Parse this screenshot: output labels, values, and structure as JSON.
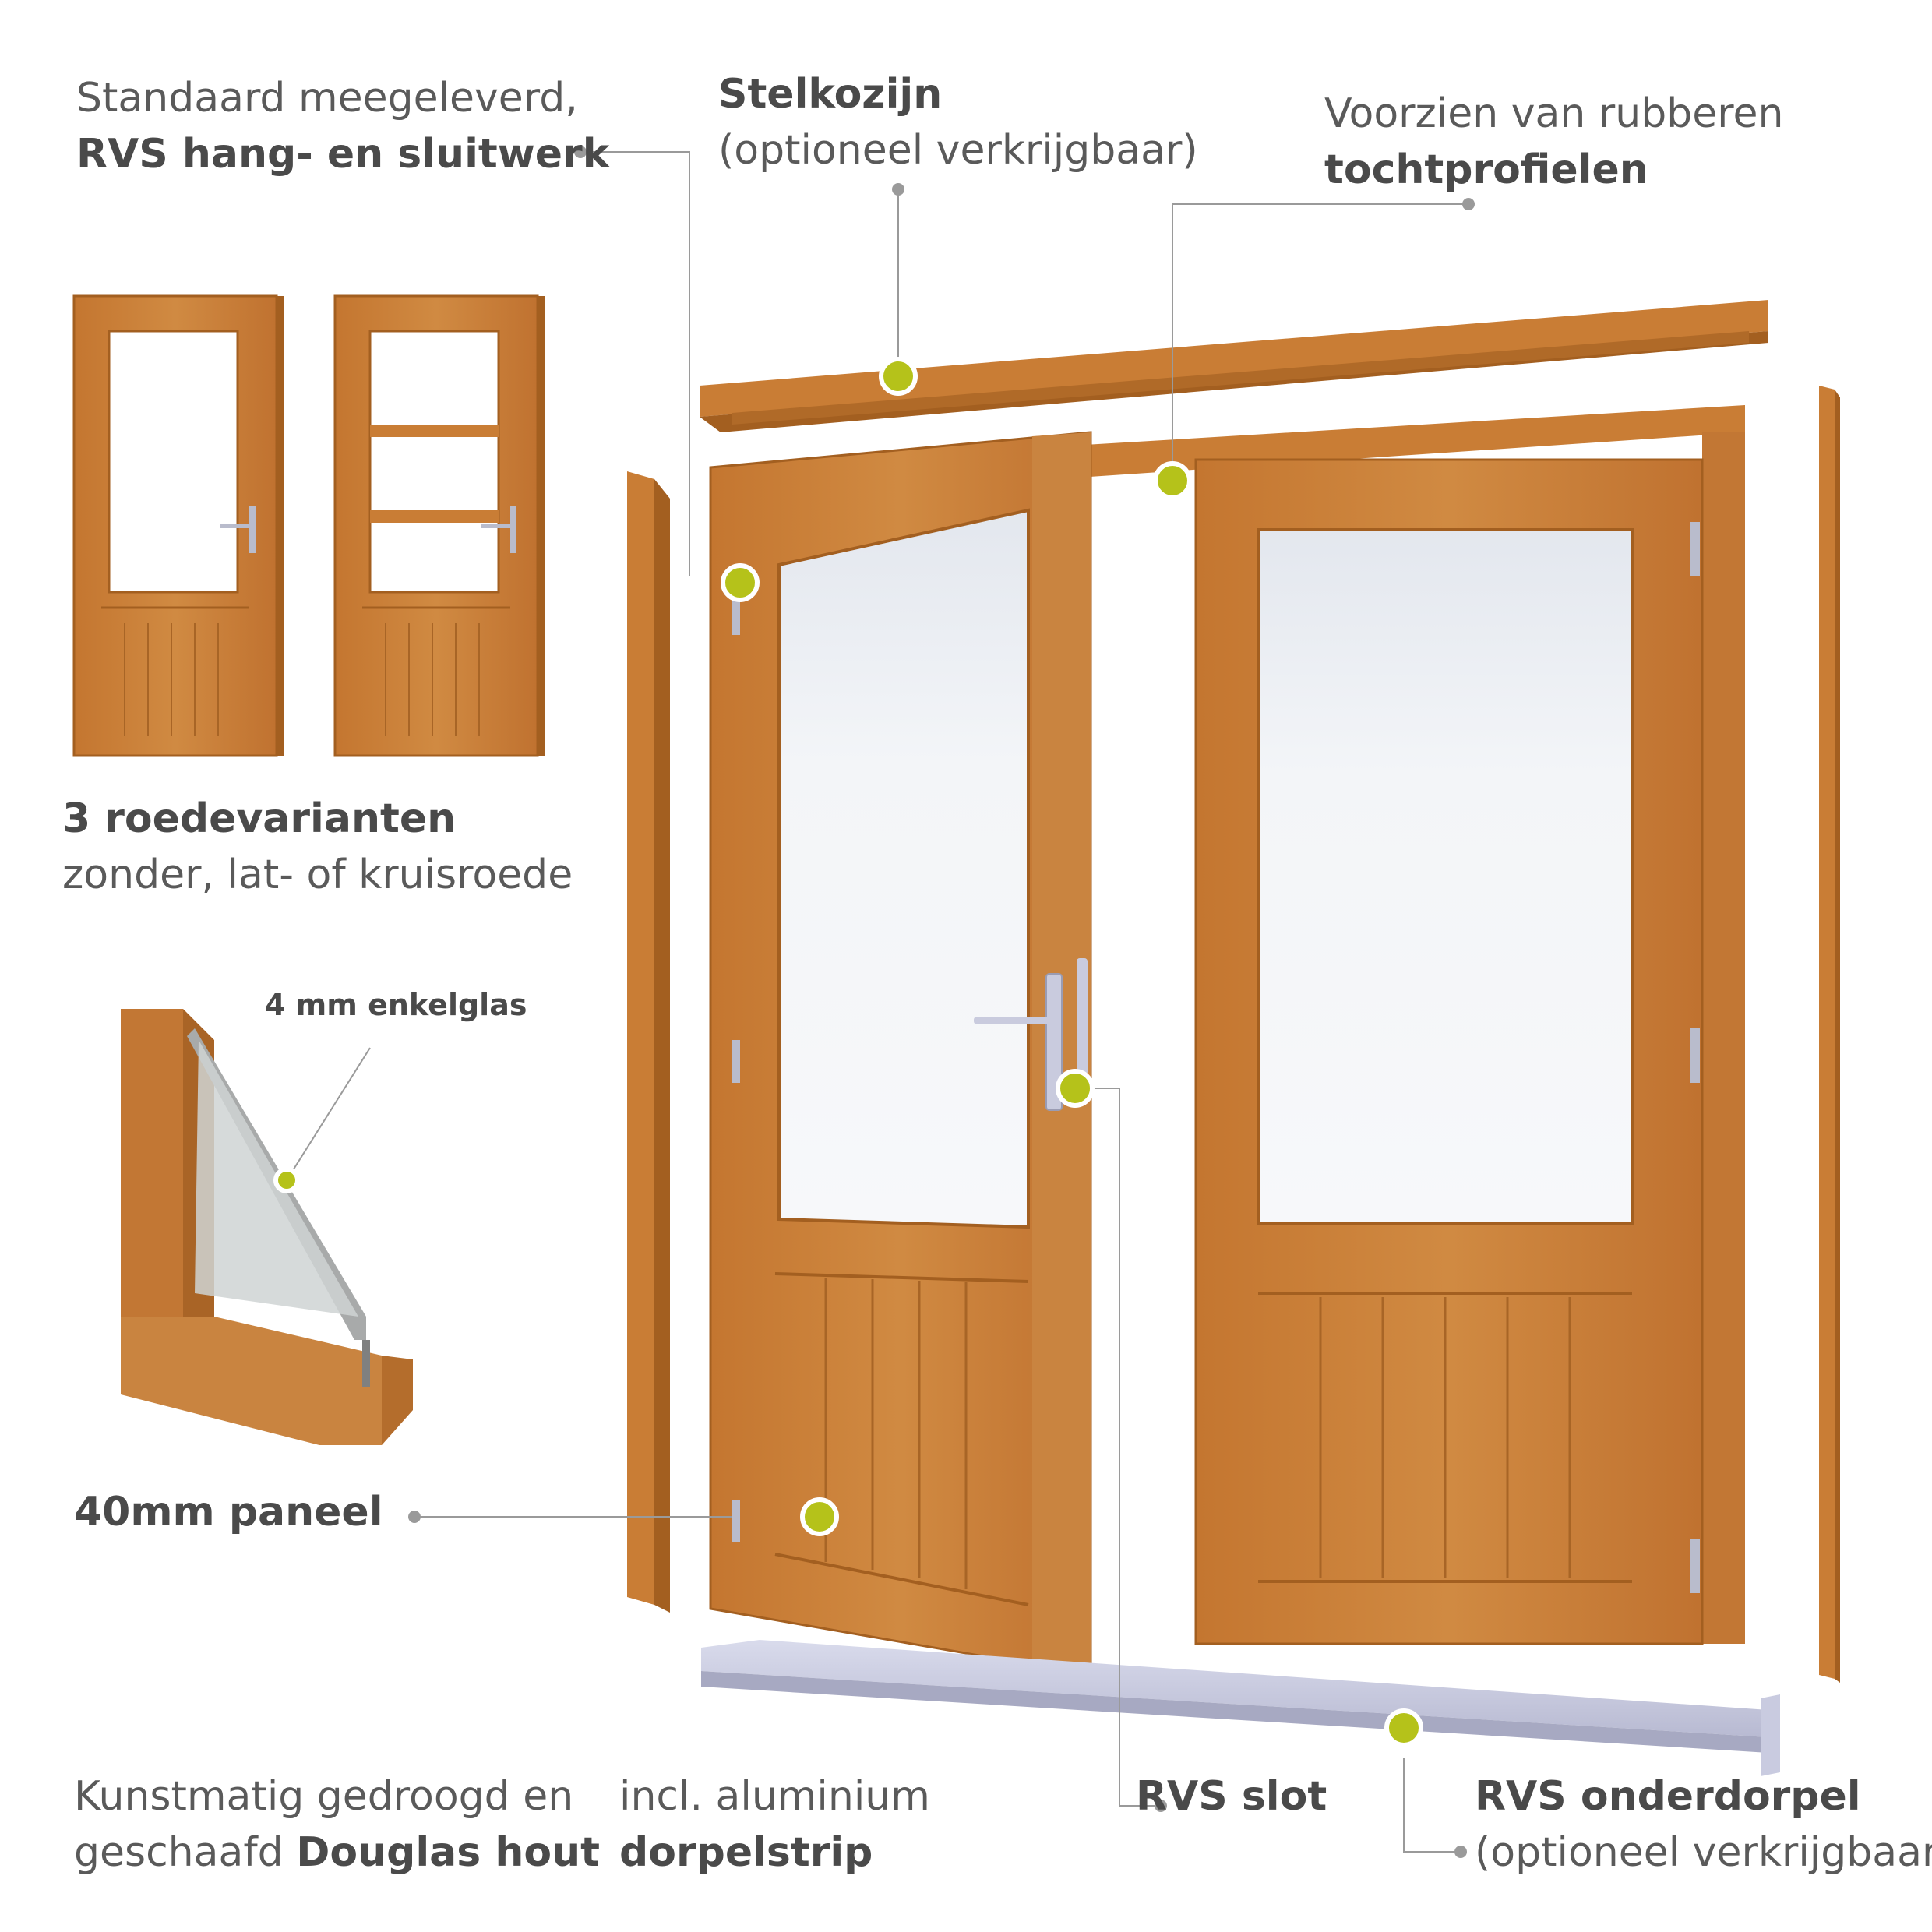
{
  "callouts": {
    "rvs_hang": {
      "line1": "Standaard meegeleverd,",
      "line2": "RVS hang- en sluitwerk"
    },
    "stelkozijn": {
      "title": "Stelkozijn",
      "sub": "(optioneel verkrijgbaar)"
    },
    "tochtprofielen": {
      "line1": "Voorzien van rubberen",
      "line2": "tochtprofielen"
    },
    "roedevarianten": {
      "title": "3 roedevarianten",
      "sub": "zonder, lat- of kruisroede"
    },
    "enkelglas": "4 mm enkelglas",
    "paneel": "40mm paneel",
    "douglas": {
      "line1": "Kunstmatig gedroogd en",
      "line2_prefix": "geschaafd ",
      "line2_bold": "Douglas hout"
    },
    "dorpelstrip": {
      "line1": "incl. aluminium",
      "line2": "dorpelstrip"
    },
    "slot": "RVS slot",
    "onderdorpel": {
      "title": "RVS onderdorpel",
      "sub": "(optioneel verkrijgbaar)"
    }
  },
  "colors": {
    "wood": "#c97d35",
    "wood_dark": "#a35f20",
    "wood_light": "#d99a55",
    "glass": "#eef1f5",
    "marker": "#b5c21a",
    "leader": "#9a9a9a",
    "aluminium": "#c9cbe0",
    "text": "#5a5a5a"
  }
}
